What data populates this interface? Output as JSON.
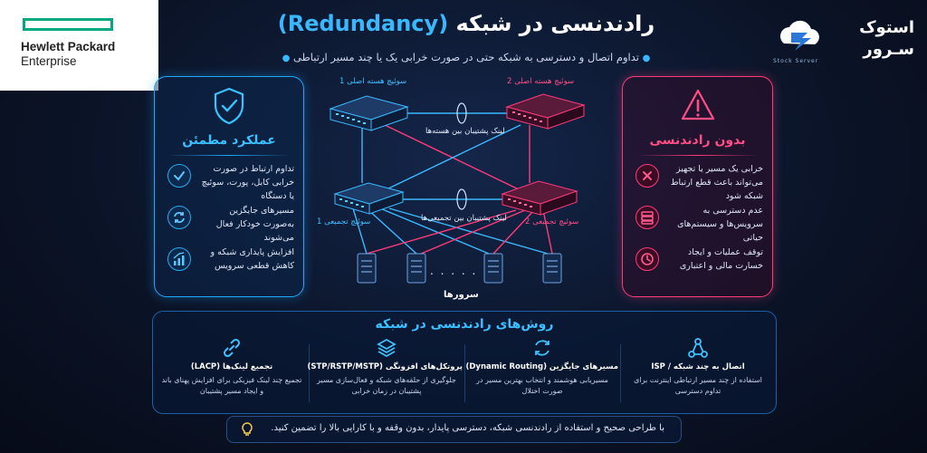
{
  "logo": {
    "line1": "Hewlett Packard",
    "line2": "Enterprise"
  },
  "brand": {
    "line1": "استوک",
    "line2": "سـرور",
    "sub": "Stock Server"
  },
  "header": {
    "title_fa": "رادندنسی در شبکه",
    "title_en": "(Redundancy)",
    "subtitle": "تداوم اتصال و دسترسی به شبکه حتی در صورت خرابی یک یا چند مسیر ارتباطی"
  },
  "left_card": {
    "title": "عملکرد مطمئن",
    "items": [
      {
        "icon": "check-circle-icon",
        "text": "تداوم ارتباط در صورت خرابی کابل، پورت، سوئیچ یا دستگاه"
      },
      {
        "icon": "sync-icon",
        "text": "مسیرهای جایگزین به‌صورت خودکار فعال می‌شوند"
      },
      {
        "icon": "chart-up-icon",
        "text": "افزایش پایداری شبکه و کاهش قطعی سرویس"
      }
    ]
  },
  "right_card": {
    "title": "بدون رادندنسی",
    "items": [
      {
        "icon": "x-circle-icon",
        "text": "خرابی یک مسیر یا تجهیز می‌تواند باعث قطع ارتباط شبکه شود"
      },
      {
        "icon": "database-icon",
        "text": "عدم دسترسی به سرویس‌ها و سیستم‌های حیاتی"
      },
      {
        "icon": "clock-icon",
        "text": "توقف عملیات و ایجاد خسارت مالی و اعتباری"
      }
    ]
  },
  "diagram": {
    "core1": "سوئیچ هسته اصلی 1",
    "core2": "سوئیچ هسته اصلی 2",
    "core_link": "لینک پشتیبان بین هسته‌ها",
    "agg1": "سوئیچ تجمیعی 1",
    "agg2": "سوئیچ تجمیعی 2",
    "agg_link": "لینک پشتیبان بین تجمیعی‌ها",
    "servers": "سرورها",
    "dots": ". . . . ."
  },
  "methods": {
    "title": "روش‌های رادندنسی در شبکه",
    "items": [
      {
        "icon": "link-icon",
        "title": "تجمیع لینک‌ها (LACP)",
        "desc": "تجمیع چند لینک فیزیکی برای افزایش پهنای باند و ایجاد مسیر پشتیبان"
      },
      {
        "icon": "layers-icon",
        "title": "پروتکل‌های افزونگی (STP/RSTP/MSTP)",
        "desc": "جلوگیری از حلقه‌های شبکه و فعال‌سازی مسیر پشتیبان در زمان خرابی"
      },
      {
        "icon": "swap-icon",
        "title": "مسیرهای جایگزین (Dynamic Routing)",
        "desc": "مسیریابی هوشمند و انتخاب بهترین مسیر در صورت اختلال"
      },
      {
        "icon": "network-icon",
        "title": "اتصال به چند شبکه / ISP",
        "desc": "استفاده از چند مسیر ارتباطی اینترنت برای تداوم دسترسی"
      }
    ]
  },
  "footer": {
    "text": "با طراحی صحیح و استفاده از رادندنسی شبکه، دسترسی پایدار، بدون وقفه و با کارایی بالا را تضمین کنید."
  },
  "colors": {
    "accent_blue": "#39b8ff",
    "accent_pink": "#ff3b7a",
    "hpe_green": "#01a982",
    "background": "#0b1428"
  }
}
